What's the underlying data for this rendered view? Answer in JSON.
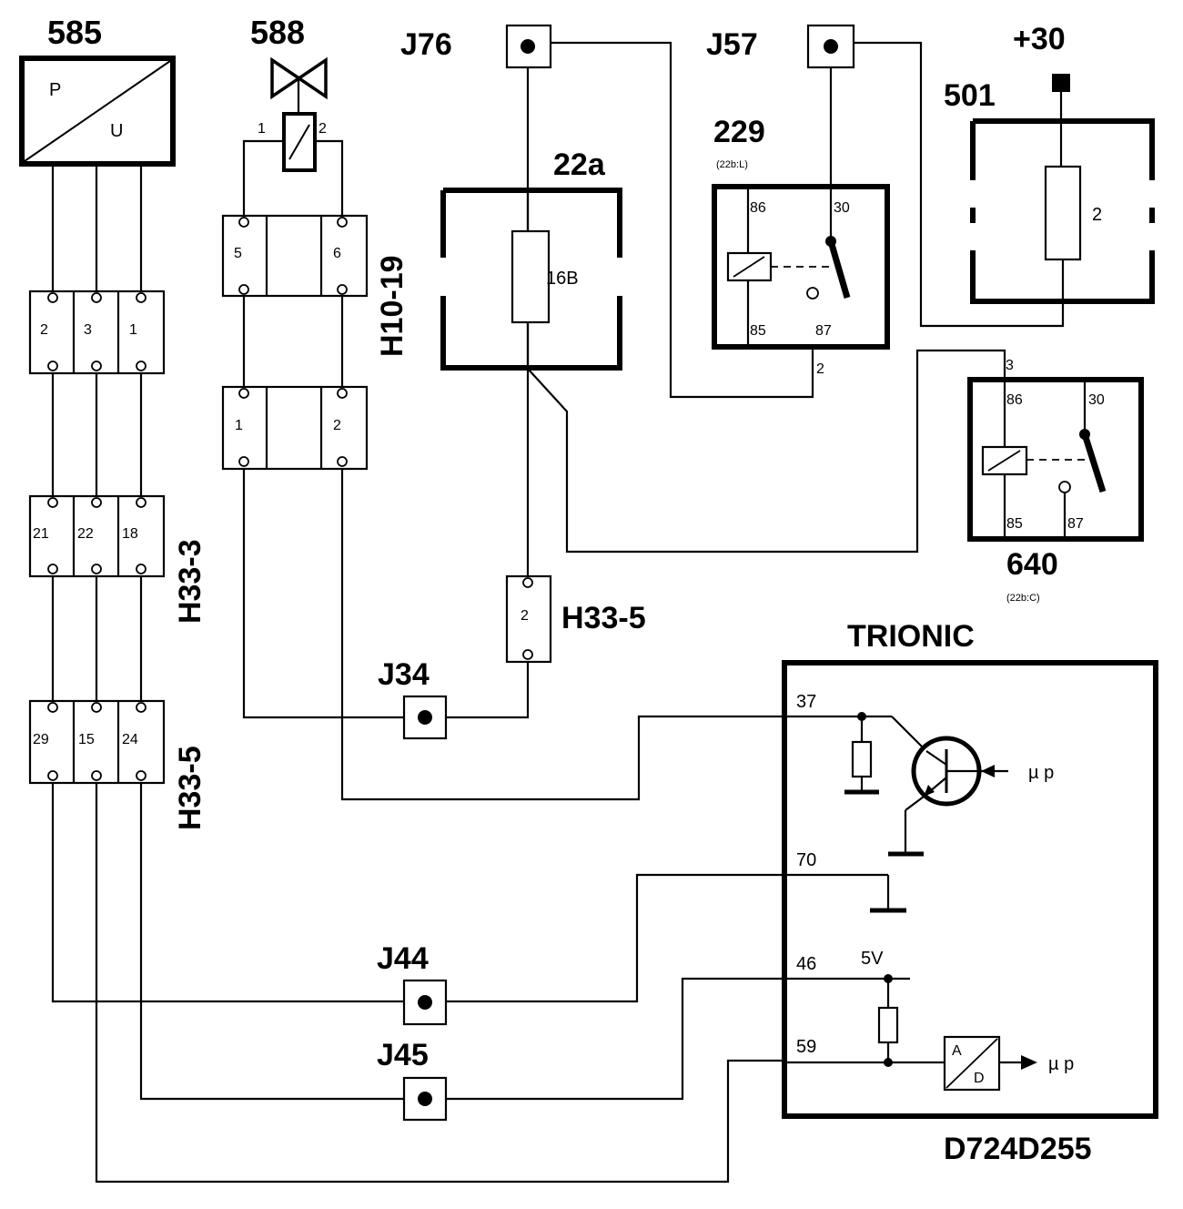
{
  "components": {
    "c585": {
      "id": "585",
      "p": "P",
      "u": "U"
    },
    "c588": {
      "id": "588",
      "pin1": "1",
      "pin2": "2"
    },
    "j76": {
      "id": "J76"
    },
    "j57": {
      "id": "J57"
    },
    "plus30": {
      "id": "+30"
    },
    "c22a": {
      "id": "22a",
      "fuse": "16B"
    },
    "c229": {
      "id": "229",
      "ref": "(22b:L)",
      "p86": "86",
      "p30": "30",
      "p85": "85",
      "p87": "87",
      "out": "2"
    },
    "c501": {
      "id": "501",
      "fuse": "2"
    },
    "c640": {
      "id": "640",
      "ref": "(22b:C)",
      "in": "3",
      "p86": "86",
      "p30": "30",
      "p85": "85",
      "p87": "87"
    },
    "j34": {
      "id": "J34"
    },
    "j44": {
      "id": "J44"
    },
    "j45": {
      "id": "J45"
    },
    "trionic": {
      "title": "TRIONIC",
      "code": "D724D255",
      "pin37": "37",
      "pin70": "70",
      "pin46": "46",
      "pin59": "59",
      "v5": "5V",
      "mu1": "µ p",
      "mu2": "µ p",
      "ad_a": "A",
      "ad_d": "D"
    }
  },
  "connectors": {
    "h10_19": {
      "label": "H10-19",
      "top": [
        "5",
        "6"
      ],
      "bottom": [
        "1",
        "2"
      ]
    },
    "blockA": {
      "pins": [
        "2",
        "3",
        "1"
      ]
    },
    "h33_3": {
      "label": "H33-3",
      "pins": [
        "21",
        "22",
        "18"
      ]
    },
    "h33_5a": {
      "label": "H33-5",
      "pins": [
        "29",
        "15",
        "24"
      ]
    },
    "h33_5b": {
      "label": "H33-5",
      "pin": "2"
    }
  }
}
